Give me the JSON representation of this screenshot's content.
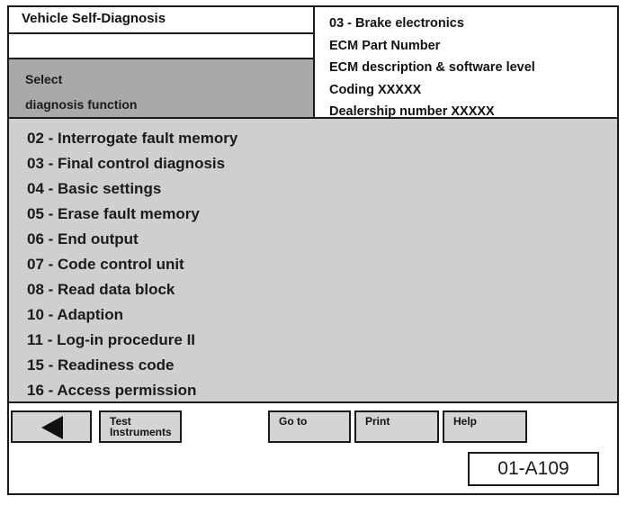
{
  "window": {
    "title": "Vehicle Self-Diagnosis"
  },
  "prompt": {
    "line1": "Select",
    "line2": "diagnosis function"
  },
  "info": {
    "lines": [
      "03 - Brake electronics",
      "ECM Part Number",
      "ECM description & software level",
      "Coding XXXXX",
      "Dealership number XXXXX"
    ]
  },
  "menu": {
    "items": [
      "02 - Interrogate fault memory",
      "03 - Final control diagnosis",
      "04 - Basic settings",
      "05 - Erase fault memory",
      "06 - End output",
      "07 - Code control unit",
      "08 - Read data block",
      "10 - Adaption",
      "11 - Log-in procedure II",
      "15 - Readiness code",
      "16 - Access permission"
    ]
  },
  "toolbar": {
    "back_icon": "left-arrow-icon",
    "test_line1": "Test",
    "test_line2": "Instruments",
    "goto_label": "Go to",
    "print_label": "Print",
    "help_label": "Help"
  },
  "figure_code": "01-A109"
}
